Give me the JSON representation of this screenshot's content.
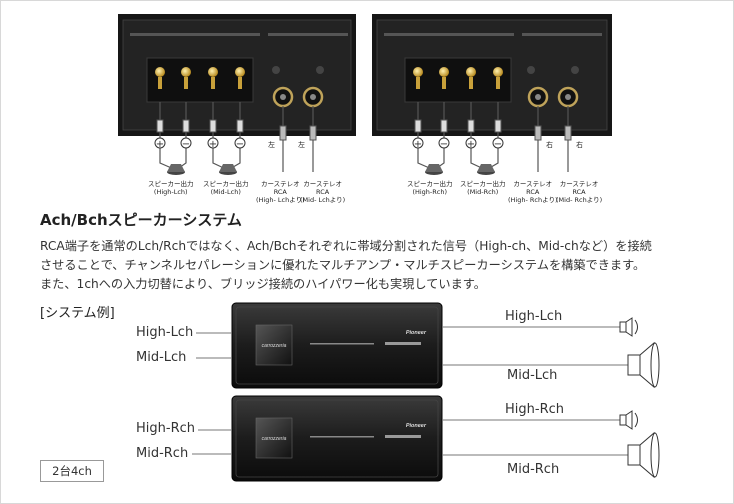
{
  "heading": "Ach/Bchスピーカーシステム",
  "description": [
    "RCA端子を通常のLch/Rchではなく、Ach/Bchそれぞれに帯域分割された信号（High-ch、Mid-chなど）を接続",
    "させることで、チャンネルセパレーションに優れたマルチアンプ・マルチスピーカーシステムを構築できます。",
    "また、1chへの入力切替により、ブリッジ接続のハイパワー化も実現しています。"
  ],
  "section_title": "[システム例]",
  "badge": "2台4ch",
  "top_left_panel": {
    "speaker_high": [
      "スピーカー出力",
      "(High-Lch)"
    ],
    "speaker_mid": [
      "スピーカー出力",
      "(Mid-Lch)"
    ],
    "rca_high": [
      "カーステレオ",
      "RCA",
      "(High- Lchより)"
    ],
    "rca_mid": [
      "カーステレオ",
      "RCA",
      "(Mid- Lchより)"
    ],
    "side_high": "左",
    "side_mid": "左"
  },
  "top_right_panel": {
    "speaker_high": [
      "スピーカー出力",
      "(High-Rch)"
    ],
    "speaker_mid": [
      "スピーカー出力",
      "(Mid-Rch)"
    ],
    "rca_high": [
      "カーステレオ",
      "RCA",
      "(High- Rchより)"
    ],
    "rca_mid": [
      "カーステレオ",
      "RCA",
      "(Mid- Rchより)"
    ],
    "side_high": "右",
    "side_mid": "右"
  },
  "amp_top": {
    "in_high": "High-Lch",
    "in_mid": "Mid-Lch",
    "out_high": "High-Lch",
    "out_mid": "Mid-Lch"
  },
  "amp_bottom": {
    "in_high": "High-Rch",
    "in_mid": "Mid-Rch",
    "out_high": "High-Rch",
    "out_mid": "Mid-Rch"
  },
  "amp_brand": "carrozzeria",
  "amp_maker": "Pioneer"
}
